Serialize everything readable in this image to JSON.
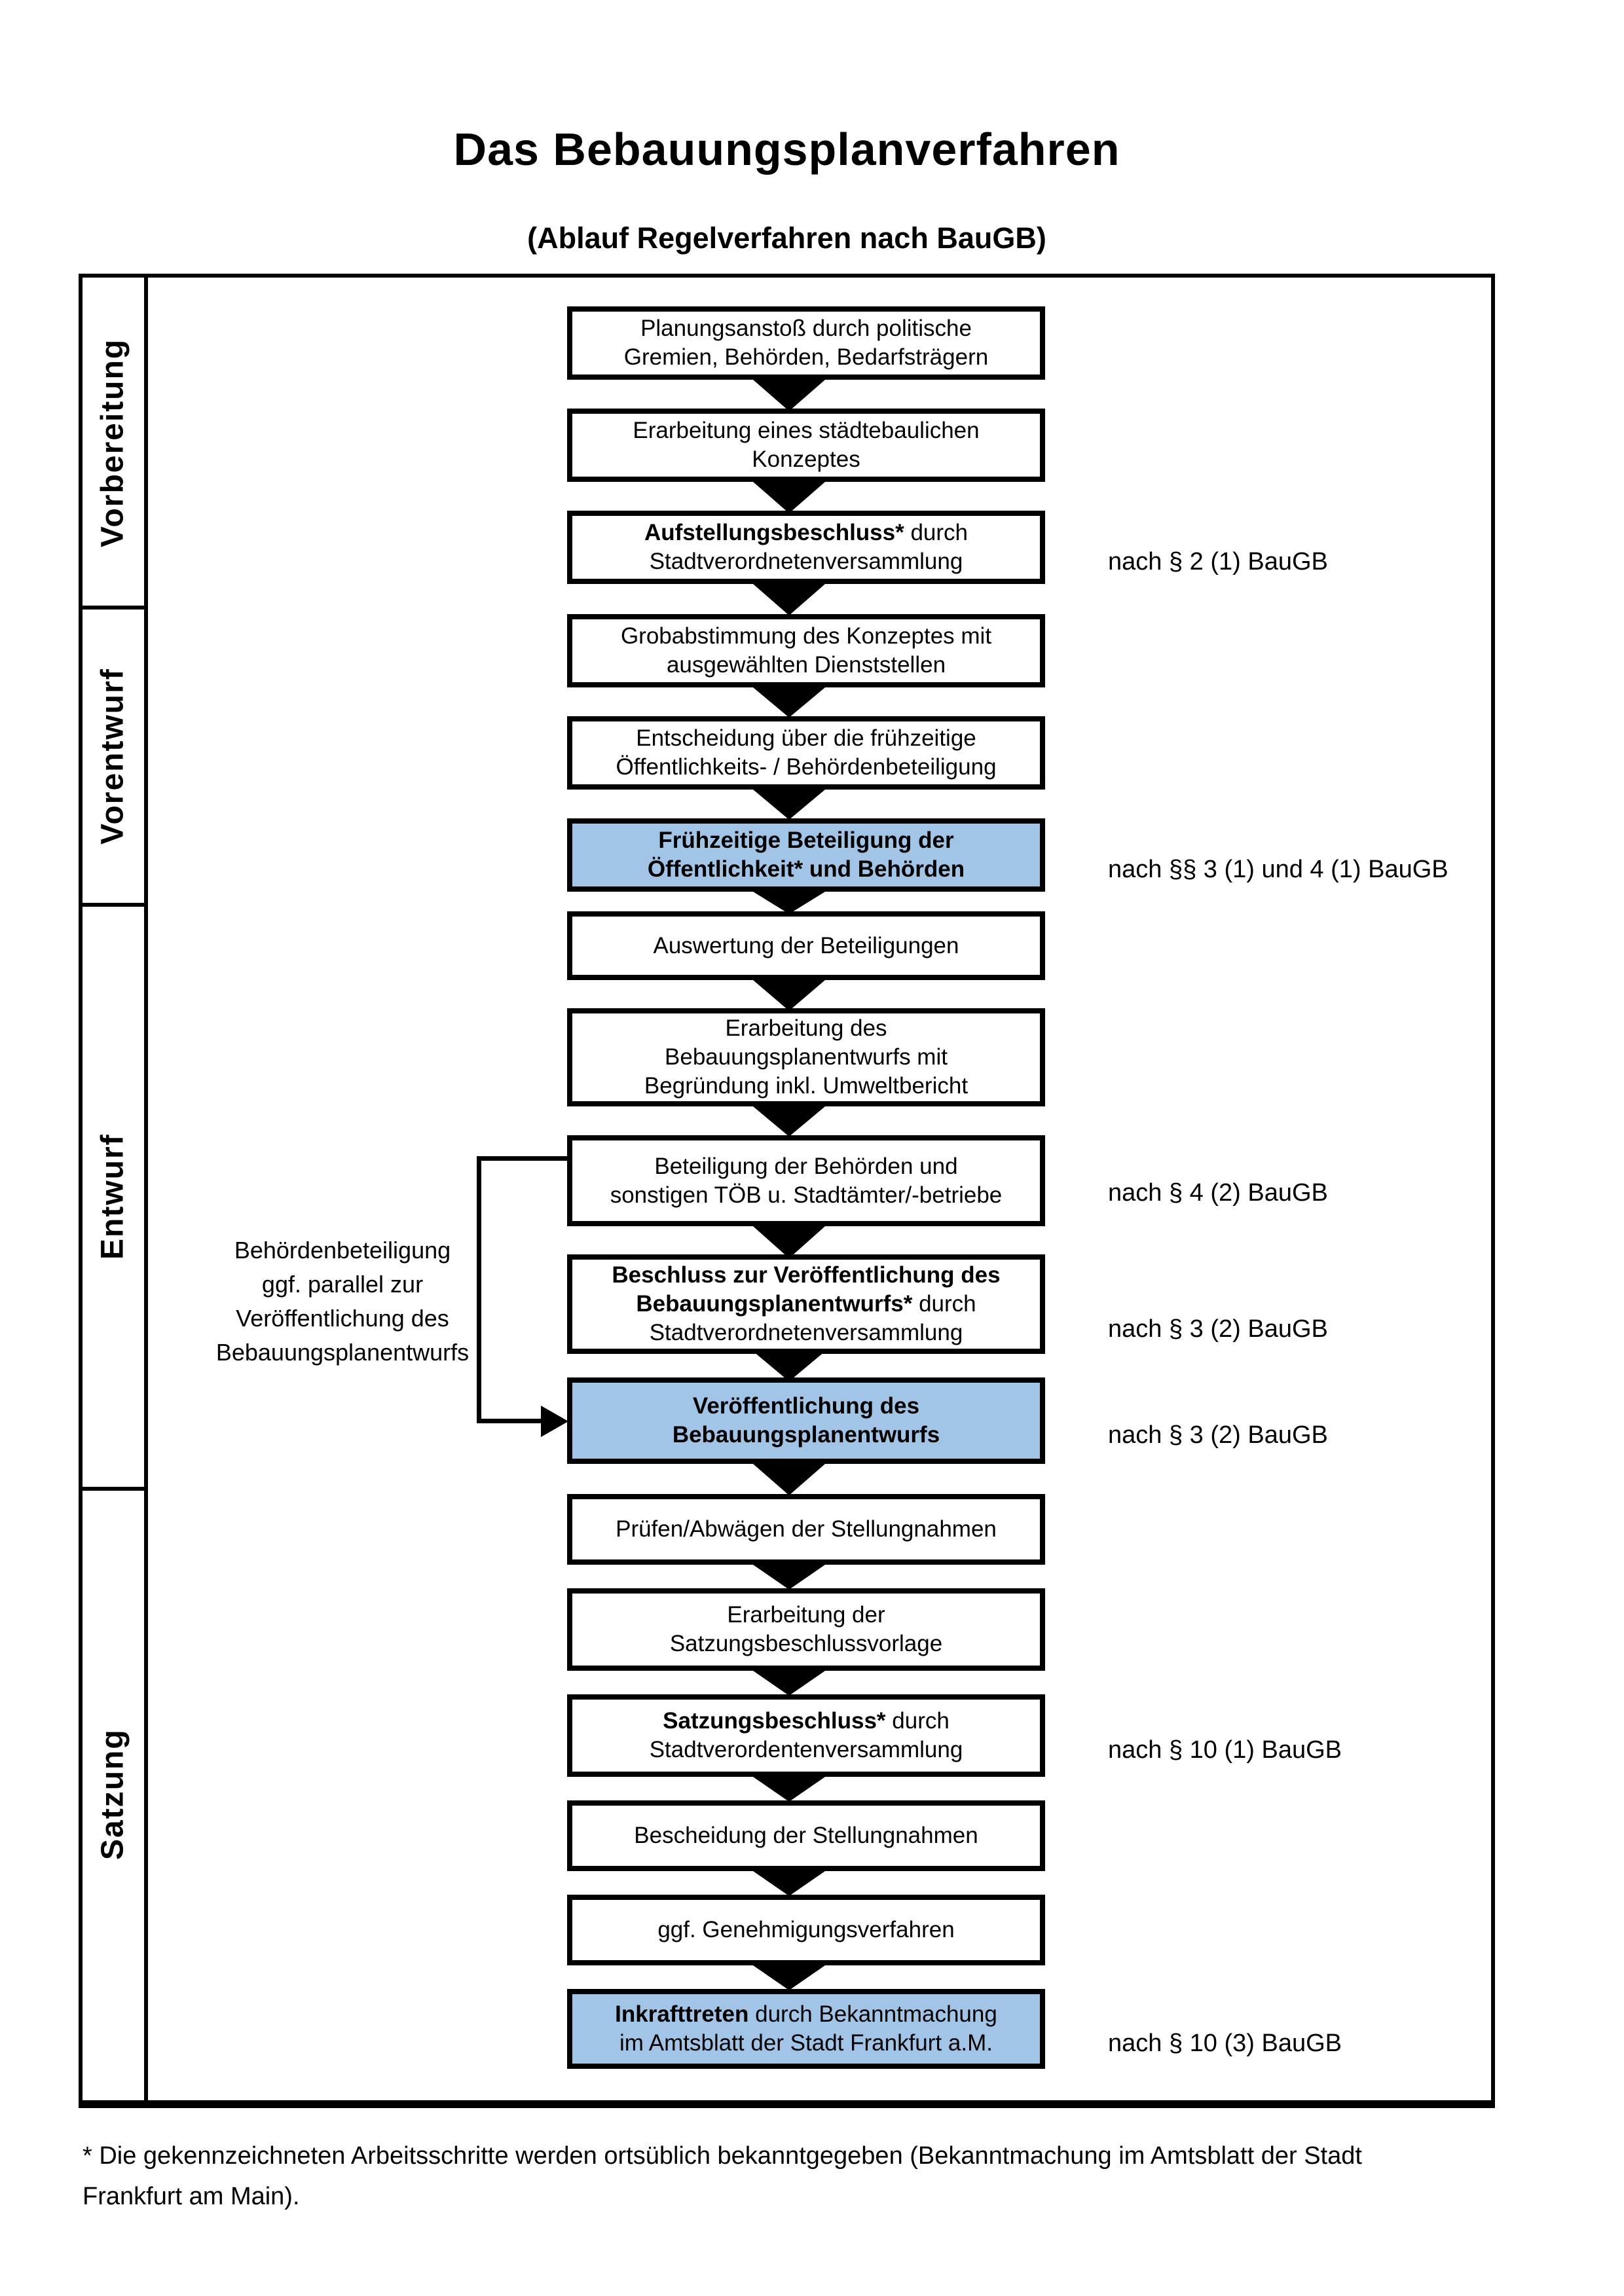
{
  "header": {
    "title": "Das Bebauungsplanverfahren",
    "subtitle": "(Ablauf Regelverfahren nach BauGB)"
  },
  "phases": [
    "Vorbereitung",
    "Vorentwurf",
    "Entwurf",
    "Satzung"
  ],
  "boxes": [
    {
      "lines": [
        {
          "r": "Planungsanstoß durch politische"
        },
        {
          "r": "Gremien, Behörden, Bedarfsträgern"
        }
      ]
    },
    {
      "lines": [
        {
          "r": "Erarbeitung eines städtebaulichen"
        },
        {
          "r": "Konzeptes"
        }
      ]
    },
    {
      "lines": [
        {
          "b": "Aufstellungsbeschluss*",
          "r": " durch"
        },
        {
          "r": "Stadtverordnetenversammlung"
        }
      ]
    },
    {
      "lines": [
        {
          "r": "Grobabstimmung des Konzeptes mit"
        },
        {
          "r": "ausgewählten Dienststellen"
        }
      ]
    },
    {
      "lines": [
        {
          "r": "Entscheidung über die frühzeitige"
        },
        {
          "r": "Öffentlichkeits- / Behördenbeteiligung"
        }
      ]
    },
    {
      "highlighted": true,
      "lines": [
        {
          "b": "Frühzeitige Beteiligung der"
        },
        {
          "b": "Öffentlichkeit* und Behörden"
        }
      ]
    },
    {
      "lines": [
        {
          "r": "Auswertung der Beteiligungen"
        }
      ]
    },
    {
      "lines": [
        {
          "r": "Erarbeitung des"
        },
        {
          "r": "Bebauungsplanentwurfs mit"
        },
        {
          "r": "Begründung inkl. Umweltbericht"
        }
      ]
    },
    {
      "lines": [
        {
          "r": "Beteiligung der Behörden und"
        },
        {
          "r": "sonstigen TÖB u. Stadtämter/-betriebe"
        }
      ]
    },
    {
      "lines": [
        {
          "b": "Beschluss zur Veröffentlichung des"
        },
        {
          "b": "Bebauungsplanentwurfs*",
          "r": " durch"
        },
        {
          "r": "Stadtverordnetenversammlung"
        }
      ]
    },
    {
      "highlighted": true,
      "lines": [
        {
          "b": "Veröffentlichung des"
        },
        {
          "b": "Bebauungsplanentwurfs"
        }
      ]
    },
    {
      "lines": [
        {
          "r": "Prüfen/Abwägen der Stellungnahmen"
        }
      ]
    },
    {
      "lines": [
        {
          "r": "Erarbeitung der"
        },
        {
          "r": "Satzungsbeschlussvorlage"
        }
      ]
    },
    {
      "lines": [
        {
          "b": "Satzungsbeschluss*",
          "r": " durch"
        },
        {
          "r": "Stadtverordentenversammlung"
        }
      ]
    },
    {
      "lines": [
        {
          "r": "Bescheidung der Stellungnahmen"
        }
      ]
    },
    {
      "lines": [
        {
          "r": "ggf. Genehmigungsverfahren"
        }
      ]
    },
    {
      "highlighted": true,
      "lines": [
        {
          "b": "Inkrafttreten",
          "r": " durch Bekanntmachung"
        },
        {
          "r": "im Amtsblatt der Stadt Frankfurt a.M."
        }
      ]
    }
  ],
  "refs": [
    "nach § 2 (1) BauGB",
    "nach §§ 3 (1) und 4 (1) BauGB",
    "nach § 4 (2) BauGB",
    "nach § 3 (2) BauGB",
    "nach § 3 (2) BauGB",
    "nach § 10 (1) BauGB",
    "nach § 10 (3) BauGB"
  ],
  "note": {
    "lines": [
      "Behördenbeteiligung",
      "ggf. parallel zur",
      "Veröffentlichung des",
      "Bebauungsplanentwurfs"
    ]
  },
  "footer": {
    "line1": "* Die gekennzeichneten Arbeitsschritte werden ortsüblich bekanntgegeben (Bekanntmachung im Amtsblatt  der Stadt",
    "line2": "Frankfurt am Main)."
  },
  "colors": {
    "highlight_box": "#a2c4e6",
    "section_vorbereitung": "#f0f0f0",
    "section_vorentwurf": "#e3e3e3",
    "section_entwurf": "#d7d7d7",
    "section_satzung": "#bdbdbd"
  }
}
